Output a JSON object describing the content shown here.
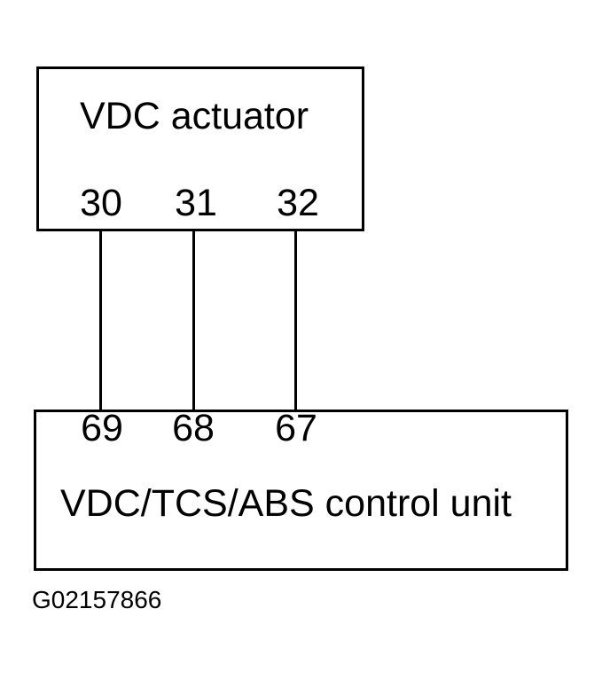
{
  "diagram": {
    "background_color": "#ffffff",
    "line_color": "#000000",
    "top_box": {
      "label": "VDC actuator",
      "pins": [
        "30",
        "31",
        "32"
      ]
    },
    "bottom_box": {
      "label": "VDC/TCS/ABS control unit",
      "pins": [
        "69",
        "68",
        "67"
      ]
    },
    "wires": [
      {
        "from": "30",
        "to": "69"
      },
      {
        "from": "31",
        "to": "68"
      },
      {
        "from": "32",
        "to": "67"
      }
    ],
    "figure_id": "G02157866"
  }
}
